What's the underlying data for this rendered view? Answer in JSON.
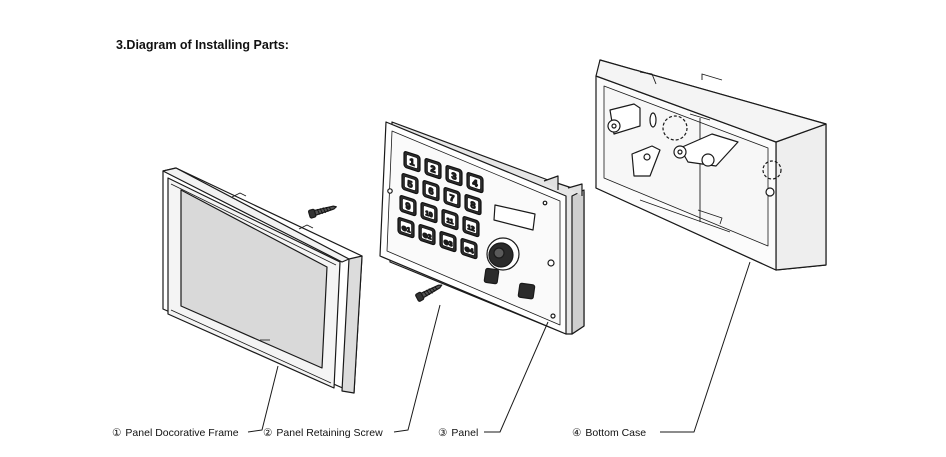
{
  "title": "3.Diagram of Installing Parts:",
  "parts": [
    {
      "number": "①",
      "name": "Panel Docorative Frame"
    },
    {
      "number": "②",
      "name": "Panel Retaining Screw"
    },
    {
      "number": "③",
      "name": "Panel"
    },
    {
      "number": "④",
      "name": "Bottom Case"
    }
  ],
  "keypad": {
    "keys": [
      "1",
      "2",
      "3",
      "4",
      "5",
      "6",
      "7",
      "8",
      "9",
      "10",
      "11",
      "12",
      "⊕1",
      "⊕2",
      "⊕3",
      "⊕4"
    ]
  }
}
